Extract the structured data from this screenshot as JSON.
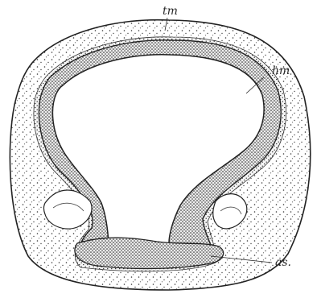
{
  "figure": {
    "labels": {
      "tm": "tm",
      "hm": "hm",
      "as": "as."
    }
  }
}
